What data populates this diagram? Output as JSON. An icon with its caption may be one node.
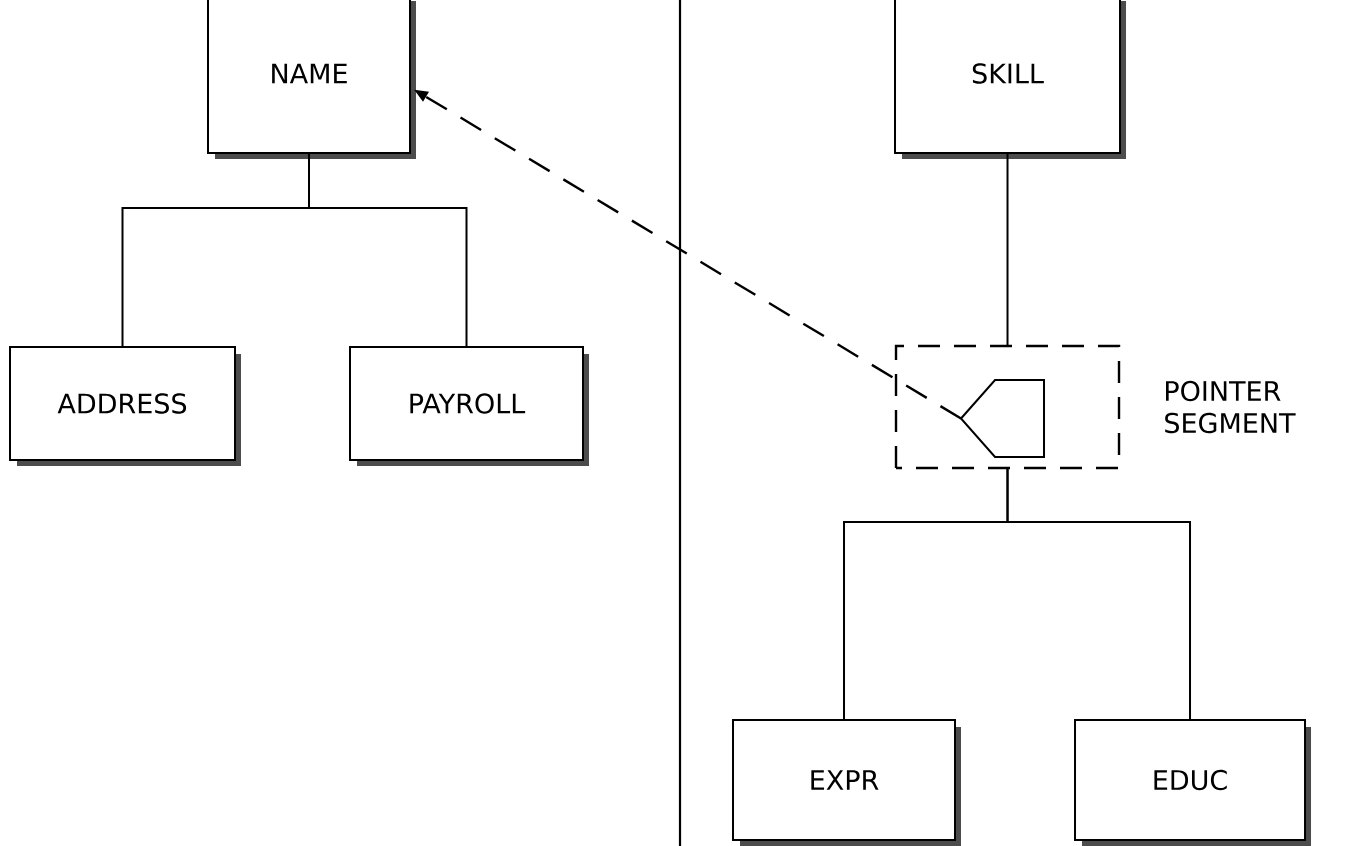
{
  "diagram": {
    "nodes": [
      {
        "text": [
          "NAME"
        ]
      },
      {
        "text": [
          "ADDRESS"
        ]
      },
      {
        "text": [
          "PAYROLL"
        ]
      },
      {
        "text": [
          "SKILL"
        ]
      },
      {
        "text": [],
        "shape": "box",
        "beside": [
          "POINTER SEGMENT"
        ]
      },
      {
        "text": [],
        "shape": "pentagon",
        "in": 4
      },
      {
        "text": [
          "EXPR"
        ]
      },
      {
        "text": [
          "EDUC"
        ]
      }
    ],
    "edges": [
      {
        "from": 0,
        "to": 1,
        "arrow": "none"
      },
      {
        "from": 0,
        "to": 2,
        "arrow": "none"
      },
      {
        "from": 3,
        "to": 4,
        "arrow": "none"
      },
      {
        "from": 4,
        "to": 6,
        "arrow": "none"
      },
      {
        "from": 4,
        "to": 7,
        "arrow": "none"
      },
      {
        "from": 5,
        "to": 0,
        "arrow": "to",
        "style": "dashed"
      }
    ]
  }
}
